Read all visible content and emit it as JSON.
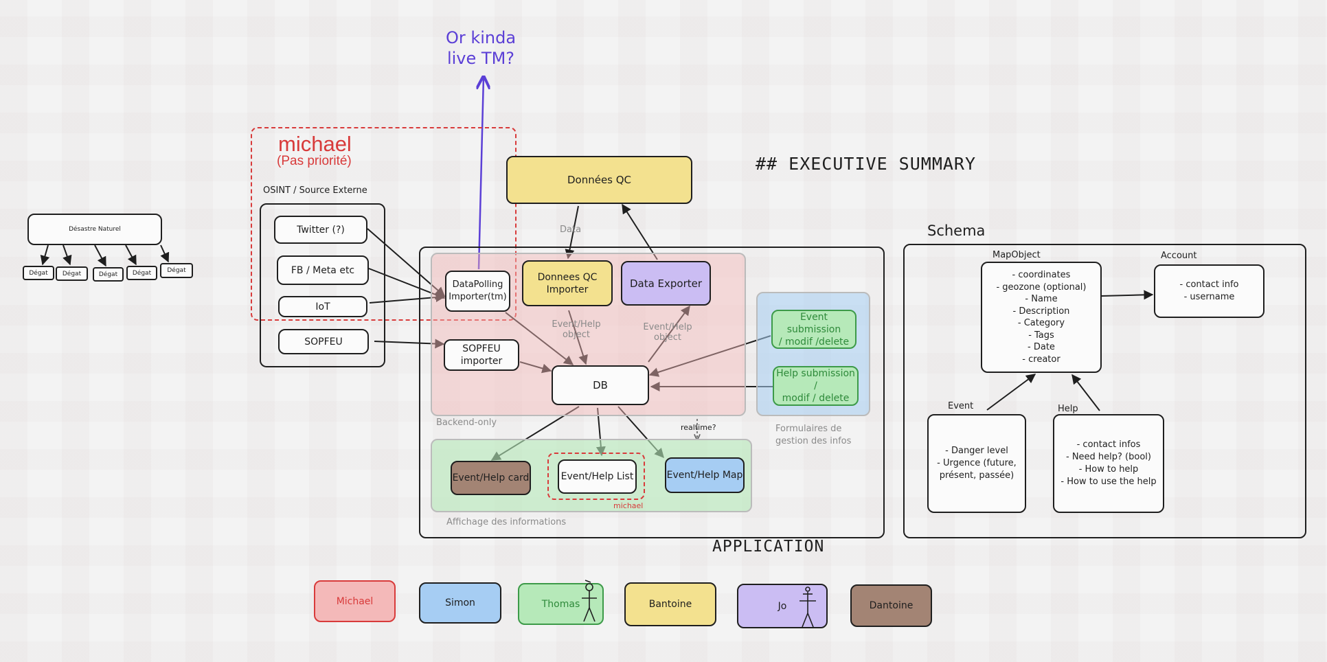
{
  "title": "## EXECUTIVE SUMMARY",
  "annotation_top": "Or kinda\nlive TM?",
  "michael_group": {
    "name": "michael",
    "subtitle": "(Pas priorité)"
  },
  "osint": {
    "title": "OSINT / Source Externe",
    "items": [
      "Twitter (?)",
      "FB / Meta etc",
      "IoT",
      "SOPFEU"
    ]
  },
  "disaster": {
    "root": "Désastre Naturel",
    "children": [
      "Dégat",
      "Dégat",
      "Dégat",
      "Dégat",
      "Dégat"
    ]
  },
  "app": {
    "label": "APPLICATION",
    "donnees_qc": "Données QC",
    "data_edge": "Data",
    "backend_label": "Backend-only",
    "datapolling": "DataPolling\nImporter(tm)",
    "donnees_qc_importer": "Donnees QC\nImporter",
    "data_exporter": "Data Exporter",
    "sopfeu_importer": "SOPFEU\nimporter",
    "db": "DB",
    "event_help_object_1": "Event/Help\nobject",
    "event_help_object_2": "Event/Help\nobject",
    "realtime": "realtime?",
    "forms_label": "Formulaires de\ngestion des infos",
    "event_submission": "Event submission\n/ modif /delete",
    "help_submission": "Help submission /\nmodif / delete",
    "display_label": "Affichage des informations",
    "event_help_card": "Event/Help card",
    "event_help_list": "Event/Help List",
    "event_help_map": "Event/Help Map",
    "list_owner": "michael"
  },
  "schema": {
    "title": "Schema",
    "mapobject_label": "MapObject",
    "mapobject_fields": "- coordinates\n- geozone (optional)\n- Name\n- Description\n- Category\n- Tags\n- Date\n- creator",
    "account_label": "Account",
    "account_fields": "- contact info\n- username",
    "event_label": "Event",
    "event_fields": "- Danger level\n- Urgence (future,\nprésent, passée)",
    "help_label": "Help",
    "help_fields": "- contact infos\n- Need help? (bool)\n- How to help\n- How to use the help"
  },
  "legend": [
    "Michael",
    "Simon",
    "Thomas",
    "Bantoine",
    "Jo",
    "Dantoine"
  ],
  "colors": {
    "michael": "#f4b9b9",
    "simon": "#a6cdf3",
    "thomas": "#b6e9b9",
    "bantoine": "#f3e18f",
    "jo": "#cbbdf3",
    "dantoine": "#a38474",
    "annotation": "#5b3fd6",
    "michael_red": "#d83a3a"
  }
}
